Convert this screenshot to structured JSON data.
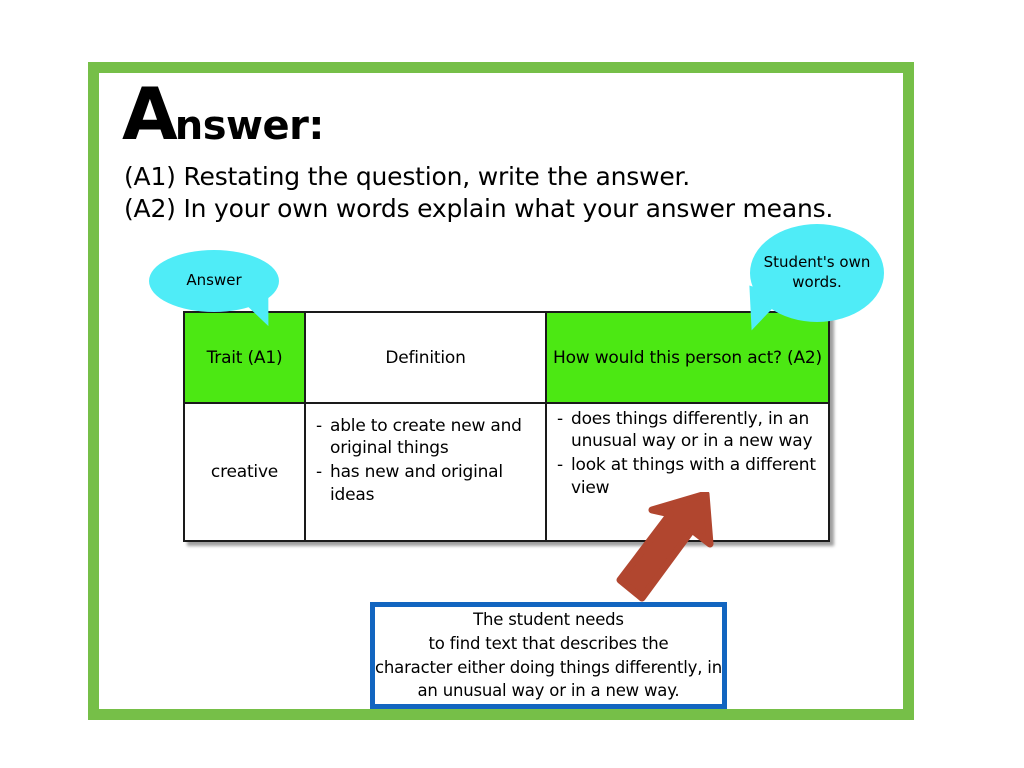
{
  "slide": {
    "title_dropcap": "A",
    "title_rest": "nswer:",
    "frame_color": "#76bf48",
    "background_color": "#ffffff"
  },
  "instructions": [
    "(A1)  Restating the question, write the answer.",
    "(A2)  In your own words explain what your answer means."
  ],
  "table": {
    "headers": [
      {
        "label": "Trait (A1)",
        "highlight": true,
        "color": "#4ce813"
      },
      {
        "label": "Definition",
        "highlight": false,
        "color": "#ffffff"
      },
      {
        "label": "How would this person act? (A2)",
        "highlight": true,
        "color": "#4ce813"
      }
    ],
    "rows": [
      {
        "trait": "creative",
        "definition": [
          "able to create new and original things",
          "has new and original ideas"
        ],
        "actions": [
          "does things differently, in an unusual way or in a new way",
          "look at things with a different view"
        ]
      }
    ]
  },
  "bubbles": [
    {
      "name": "answer",
      "text": "Answer",
      "color": "#4fecf7"
    },
    {
      "name": "student-words",
      "text": "Student's own words.",
      "color": "#4fecf7"
    }
  ],
  "callout": {
    "line1": "The student needs",
    "line2": "to find text that describes the",
    "line3": "character either doing things differently, in",
    "line4": "an unusual way or in a new way.",
    "border_color": "#1265c0"
  },
  "arrow": {
    "name": "double-headed-arrow",
    "color": "#b1462f",
    "direction": "up-right-down-left"
  }
}
